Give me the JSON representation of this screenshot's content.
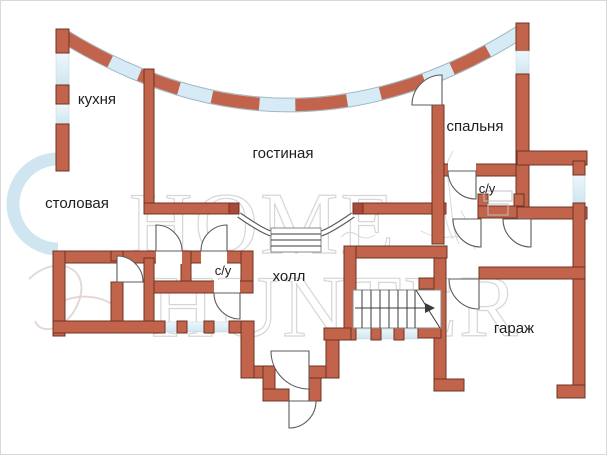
{
  "plan": {
    "kind": "floor-plan",
    "rooms": {
      "kitchen": {
        "label": "кухня"
      },
      "living": {
        "label": "гостиная"
      },
      "bedroom": {
        "label": "спальня"
      },
      "dining": {
        "label": "столовая"
      },
      "bath_upper": {
        "label": "с/у"
      },
      "bath_lower": {
        "label": "с/у"
      },
      "hall": {
        "label": "холл"
      },
      "garage": {
        "label": "гараж"
      }
    }
  },
  "watermark": {
    "line1": "HOME",
    "line2": "HUNTER"
  },
  "colors": {
    "wall": "#c2634c",
    "wall_stroke": "#6e3322",
    "wall_cap": "#a84a38",
    "window": "#d7ebf6",
    "label": "#1d1d1d",
    "watermark": "#cccccc",
    "door_stroke": "#5c5c5c",
    "stair_stroke": "#3a3a3a"
  }
}
